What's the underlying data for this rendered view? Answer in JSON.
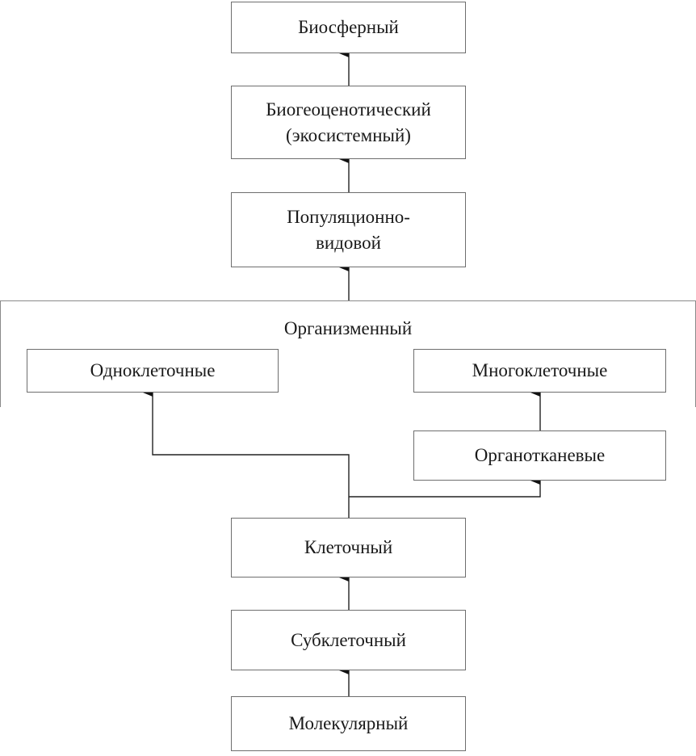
{
  "nodes": {
    "biosphere": "Биосферный",
    "biogeocenotic": "Биогеоценотический\n(экосистемный)",
    "population": "Популяционно-\nвидовой",
    "organismal": "Организменный",
    "unicellular": "Одноклеточные",
    "multicellular": "Многоклеточные",
    "organ_tissue": "Органотканевые",
    "cellular": "Клеточный",
    "subcellular": "Субклеточный",
    "molecular": "Молекулярный"
  }
}
